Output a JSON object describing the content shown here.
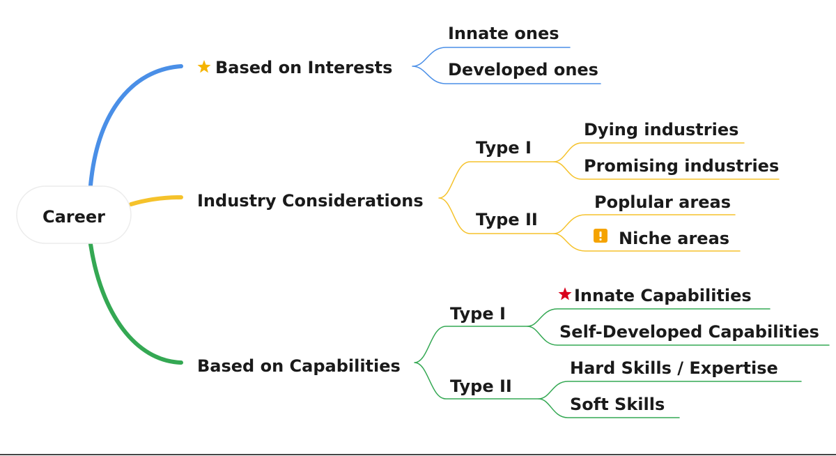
{
  "mindmap": {
    "root": {
      "label": "Career"
    },
    "branch_colors": {
      "interests": "#4a8fe7",
      "industry": "#f5c22b",
      "capabilities": "#34a853"
    },
    "interests": {
      "label": "Based on Interests",
      "marker_icon": "star-icon",
      "marker_color": "#f5b400",
      "children": {
        "innate": "Innate ones",
        "developed": "Developed ones"
      }
    },
    "industry": {
      "label": "Industry Considerations",
      "type1": {
        "label": "Type I",
        "children": {
          "dying": "Dying industries",
          "promising": "Promising industries"
        }
      },
      "type2": {
        "label": "Type II",
        "children": {
          "popular": "Poplular areas",
          "niche": "Niche areas"
        },
        "niche_marker_icon": "exclamation-icon",
        "niche_marker_color": "#f5a300"
      }
    },
    "capabilities": {
      "label": "Based on Capabilities",
      "type1": {
        "label": "Type I",
        "children": {
          "innate": "Innate Capabilities",
          "self_developed": "Self-Developed Capabilities"
        },
        "innate_marker_icon": "star-icon",
        "innate_marker_color": "#d9001b"
      },
      "type2": {
        "label": "Type II",
        "children": {
          "hard": "Hard Skills / Expertise",
          "soft": "Soft Skills"
        }
      }
    }
  }
}
